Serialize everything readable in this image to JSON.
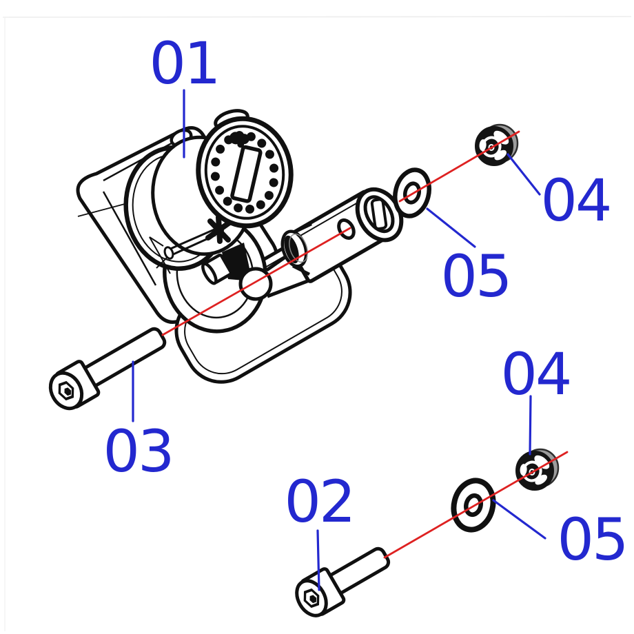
{
  "diagram": {
    "background": "#ffffff",
    "colors": {
      "callout_blue": "#2328cf",
      "centerline_red": "#de2121",
      "linework_black": "#101010",
      "nut_flange_gray": "#9c9c9c"
    },
    "callouts": {
      "c01": {
        "text": "01"
      },
      "c02": {
        "text": "02"
      },
      "c03": {
        "text": "03"
      },
      "c04_upper": {
        "text": "04"
      },
      "c04_lower": {
        "text": "04"
      },
      "c05_upper": {
        "text": "05"
      },
      "c05_lower": {
        "text": "05"
      }
    }
  }
}
